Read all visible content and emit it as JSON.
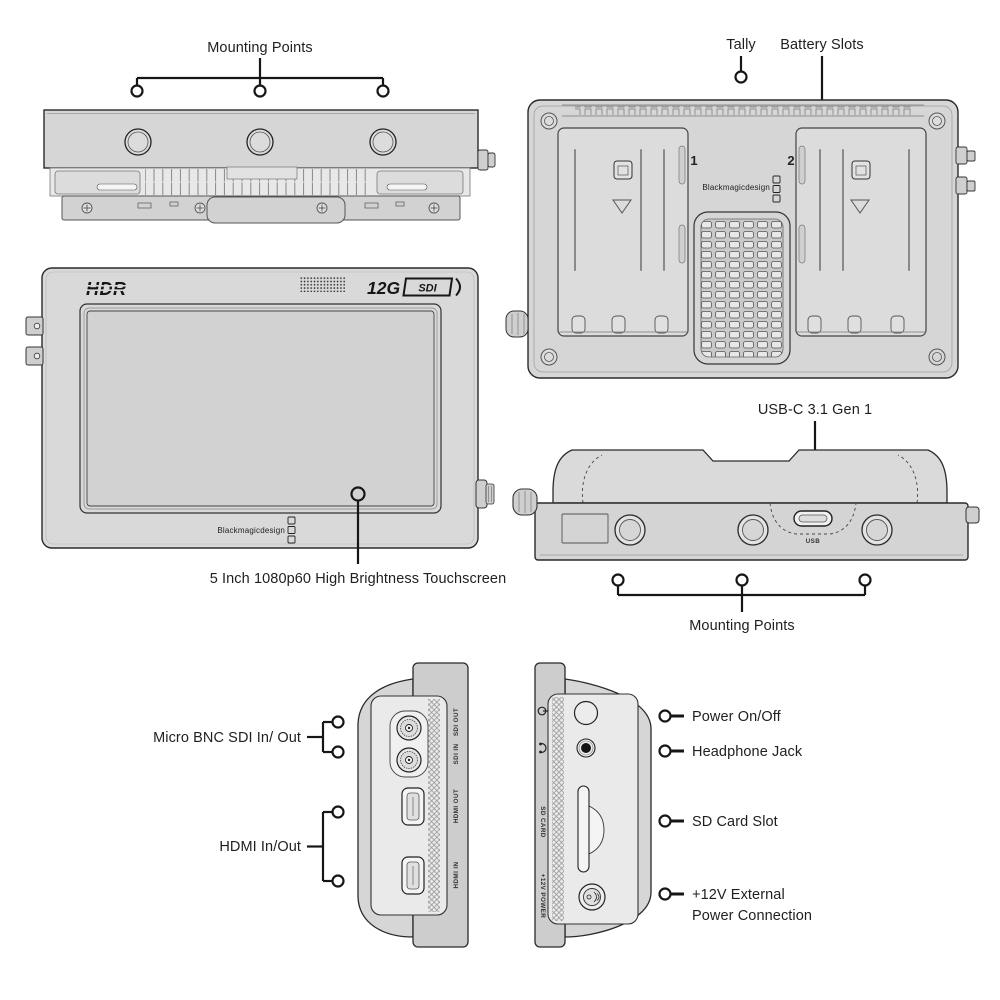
{
  "colors": {
    "body_gray": "#d6d6d6",
    "panel_gray": "#eaeaea",
    "outline": "#2a2a2a",
    "label_text": "#1f1f1f"
  },
  "labels": {
    "top_mounting": "Mounting Points",
    "tally": "Tally",
    "battery_slots": "Battery Slots",
    "touchscreen": "5 Inch 1080p60 High Brightness Touchscreen",
    "usb_c": "USB-C 3.1 Gen 1",
    "bottom_mounting": "Mounting Points",
    "micro_bnc": "Micro BNC SDI In/ Out",
    "hdmi": "HDMI In/Out",
    "power": "Power On/Off",
    "headphone": "Headphone Jack",
    "sd_slot": "SD Card Slot",
    "ext_power_1": "+12V External",
    "ext_power_2": "Power Connection"
  },
  "device_markings": {
    "brand": "Blackmagicdesign",
    "hdr_badge": "HDR",
    "sdi_badge_12g": "12G",
    "sdi_badge_sdi": "SDI",
    "battery_slot_1": "1",
    "battery_slot_2": "2",
    "port_sdi_out": "SDI OUT",
    "port_sdi_in": "SDI IN",
    "port_hdmi_out": "HDMI OUT",
    "port_hdmi_in": "HDMI IN",
    "port_usb": "USB",
    "port_sd_card": "SD CARD",
    "port_12v": "+12V POWER"
  }
}
